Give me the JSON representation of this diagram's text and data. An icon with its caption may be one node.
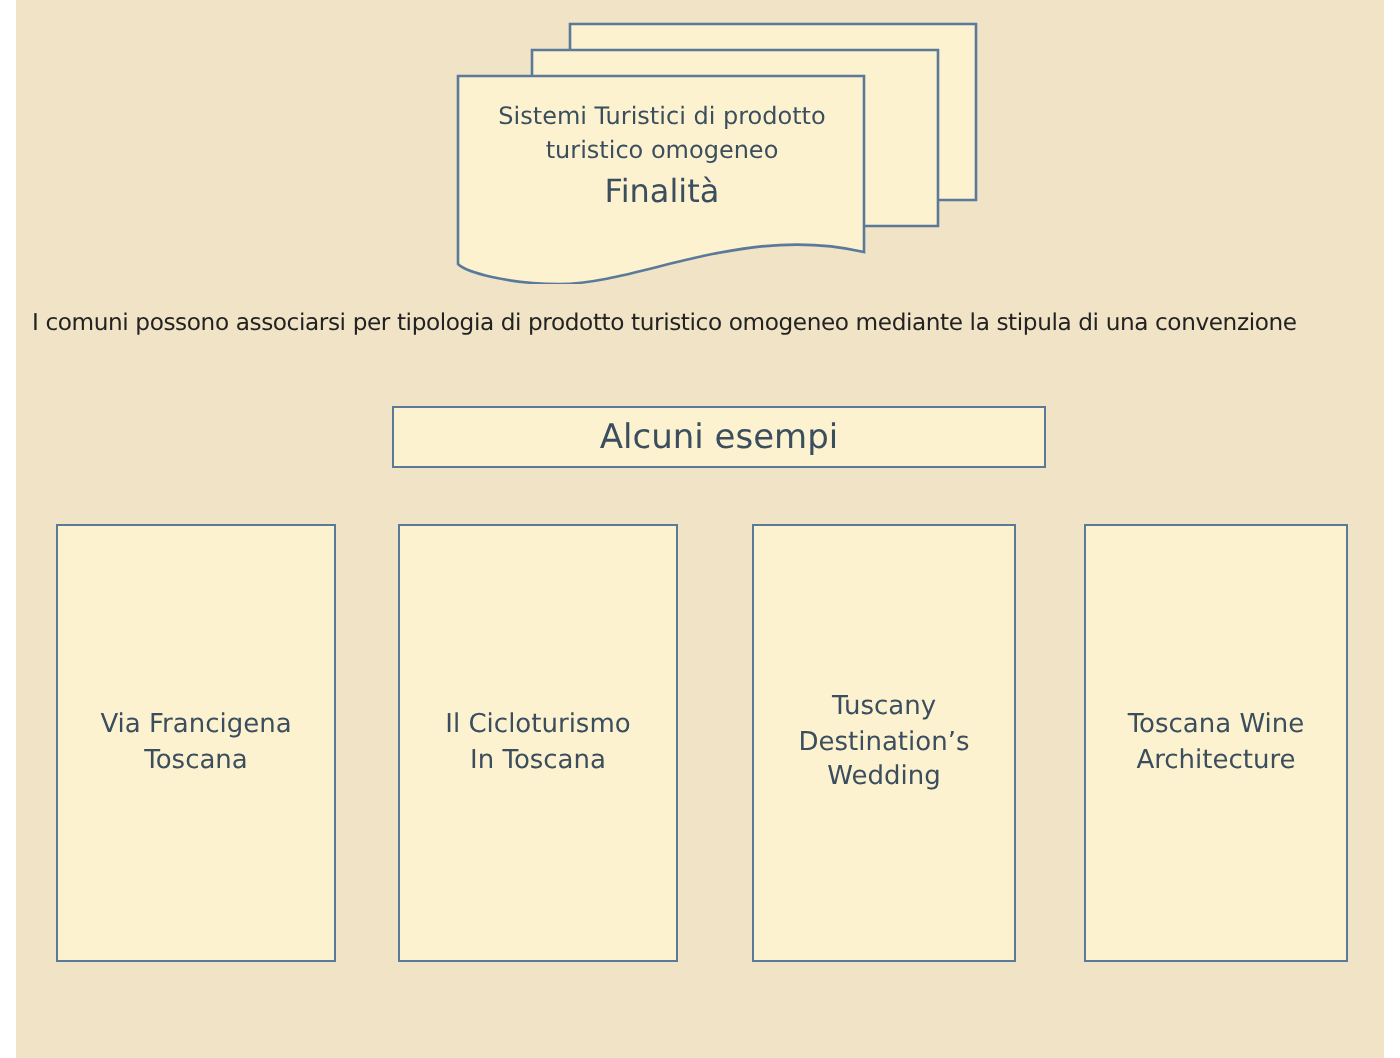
{
  "diagram": {
    "nodes": [
      {
        "text": [
          "Sistemi Turistici di prodotto turistico omogeneo",
          "Finalità"
        ]
      },
      {
        "text": [
          "Alcuni esempi"
        ]
      },
      {
        "text": [
          "Via Francigena Toscana"
        ]
      },
      {
        "text": [
          "Il Cicloturismo In Toscana"
        ]
      },
      {
        "text": [
          "Tuscany Destination’s Wedding"
        ]
      },
      {
        "text": [
          "Toscana Wine Architecture"
        ]
      }
    ],
    "labels": [
      "I comuni possono associarsi per tipologia di prodotto turistico omogeneo mediante la stipula di una convenzione"
    ]
  }
}
